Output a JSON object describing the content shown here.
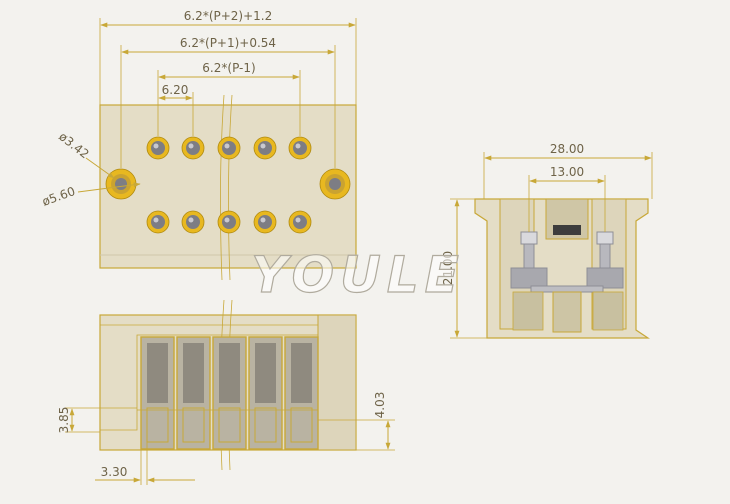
{
  "watermark": "YOULE",
  "front_view": {
    "dim_overall": "6.2*(P+2)+1.2",
    "dim_mount": "6.2*(P+1)+0.54",
    "dim_span": "6.2*(P-1)",
    "dim_pitch": "6.20",
    "dim_pin_hole": "ø3.42",
    "dim_mount_hole": "ø5.60"
  },
  "side_view": {
    "dim_width": "28.00",
    "dim_inner": "13.00",
    "dim_height": "21.00"
  },
  "bottom_view": {
    "dim_step_left": "3.85",
    "dim_step_right": "4.03",
    "dim_offset": "3.30"
  },
  "colors": {
    "outline": "#c8a838",
    "body": "#e4ddc6",
    "pin": "#e8b820",
    "background": "#f3f2ee"
  }
}
